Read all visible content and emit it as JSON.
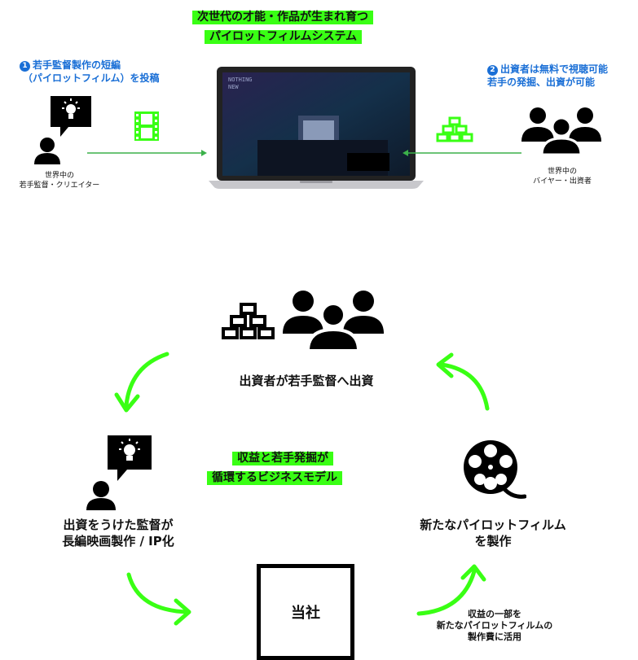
{
  "top": {
    "headline_1": "次世代の才能・作品が生まれ育つ",
    "headline_2": "パイロットフィルムシステム",
    "step1_num": "1",
    "step1_line1": "若手監督製作の短編",
    "step1_line2": "（パイロットフィルム）を投稿",
    "step2_num": "2",
    "step2_line1": "出資者は無料で視聴可能",
    "step2_line2": "若手の発掘、出資が可能",
    "left_caption_1": "世界中の",
    "left_caption_2": "若手監督・クリエイター",
    "right_caption_1": "世界中の",
    "right_caption_2": "バイヤー・出資者",
    "screen_text_1": "NOTHING",
    "screen_text_2": "NEW"
  },
  "cycle": {
    "center_1": "収益と若手発掘が",
    "center_2": "循環するビジネスモデル",
    "top_label": "出資者が若手監督へ出資",
    "left_label_1": "出資をうけた監督が",
    "left_label_2": "長編映画製作 / IP化",
    "right_label_1": "新たなパイロットフィルム",
    "right_label_2": "を製作",
    "company": "当社",
    "bottom_note_1": "収益の一部を",
    "bottom_note_2": "新たなパイロットフィルムの",
    "bottom_note_3": "製作費に活用"
  },
  "colors": {
    "accent": "#39ff14",
    "blue": "#1a6fd6",
    "dark": "#111111"
  },
  "icons": [
    "person-idea-icon",
    "film-strip-icon",
    "laptop-icon",
    "gold-bars-icon",
    "group-icon",
    "film-reel-icon",
    "curved-arrow-icon"
  ]
}
